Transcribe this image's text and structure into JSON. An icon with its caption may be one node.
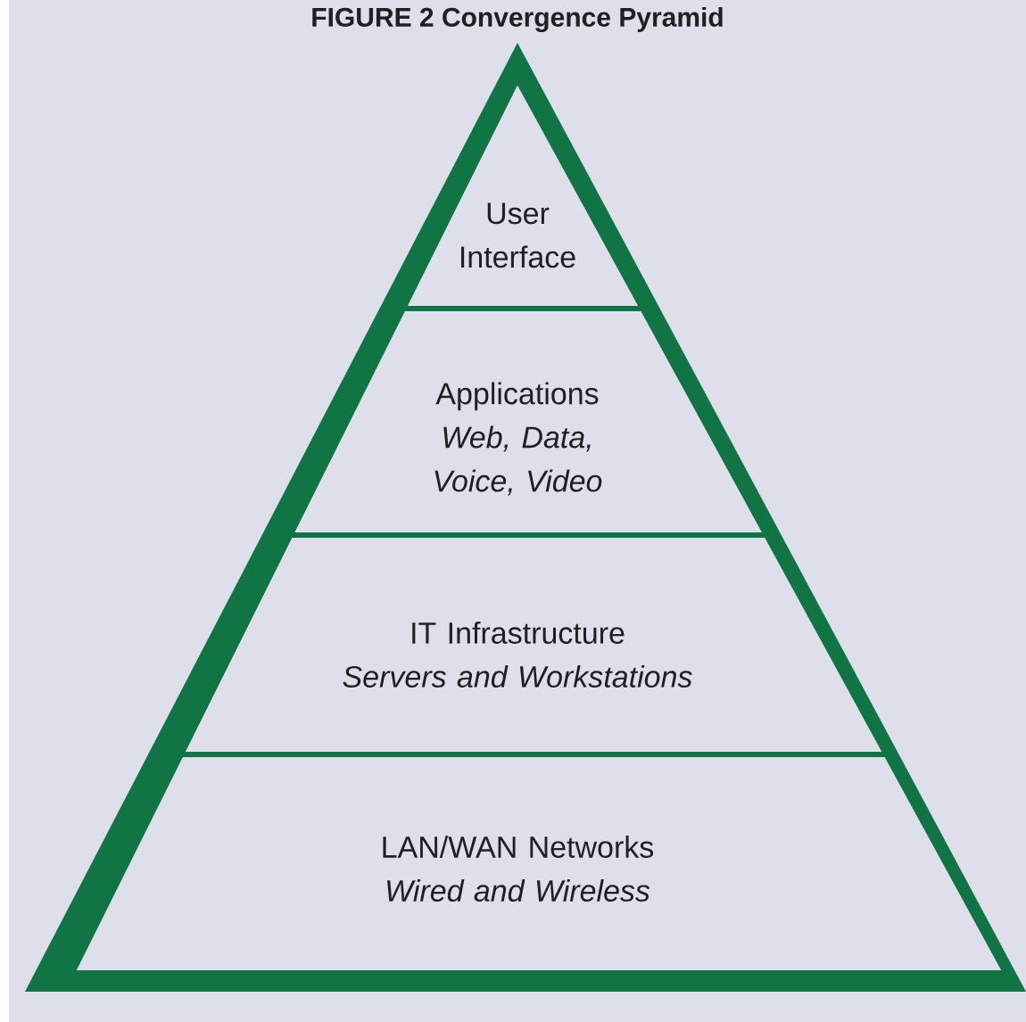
{
  "diagram": {
    "title": "FIGURE 2 Convergence Pyramid",
    "nodes": [
      {
        "text": [
          "User Interface"
        ]
      },
      {
        "text": [
          "Applications",
          "*Web, Data, Voice, Video*"
        ]
      },
      {
        "text": [
          "IT Infrastructure",
          "*Servers and Workstations*"
        ]
      },
      {
        "text": [
          "LAN/WAN Networks",
          "*Wired and Wireless*"
        ]
      }
    ]
  }
}
